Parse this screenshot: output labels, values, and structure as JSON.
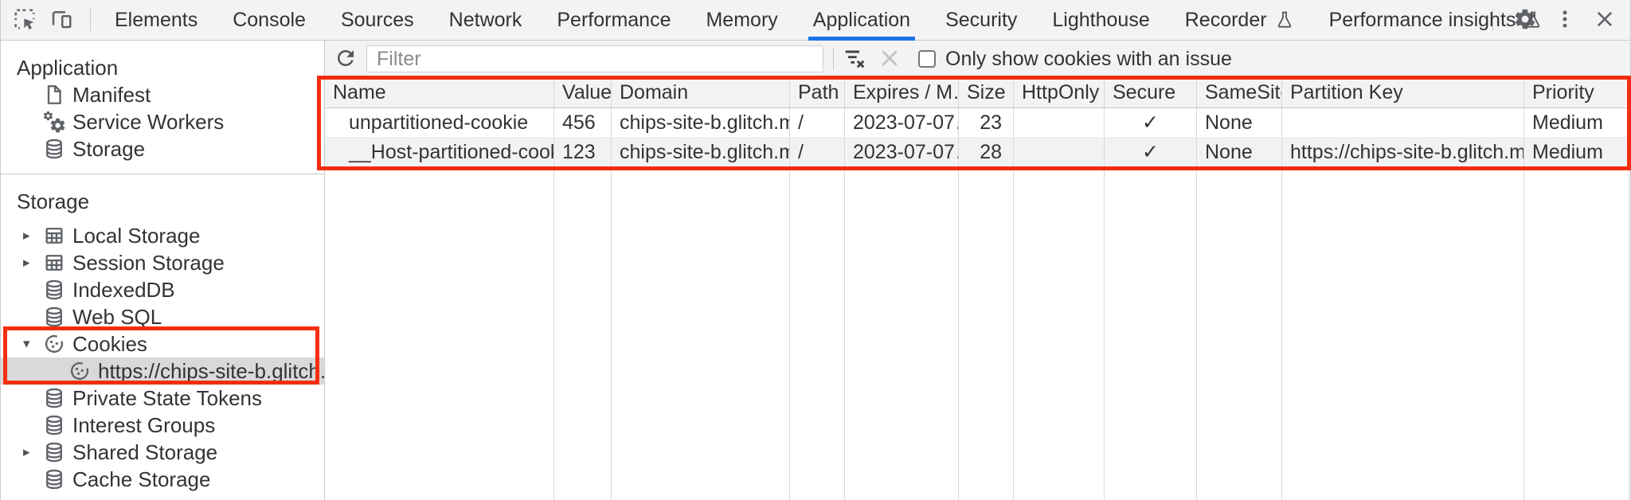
{
  "tabbar": {
    "left_icons": [
      {
        "name": "inspect-icon"
      },
      {
        "name": "device-toolbar-icon"
      }
    ],
    "tabs": [
      {
        "label": "Elements"
      },
      {
        "label": "Console"
      },
      {
        "label": "Sources"
      },
      {
        "label": "Network"
      },
      {
        "label": "Performance"
      },
      {
        "label": "Memory"
      },
      {
        "label": "Application",
        "active": true
      },
      {
        "label": "Security"
      },
      {
        "label": "Lighthouse"
      },
      {
        "label": "Recorder",
        "experiment": true
      },
      {
        "label": "Performance insights",
        "experiment": true
      }
    ],
    "right_icons": [
      {
        "name": "settings-gear-icon"
      },
      {
        "name": "kebab-menu-icon"
      },
      {
        "name": "close-icon"
      }
    ]
  },
  "sidebar": {
    "sections": [
      {
        "title": "Application",
        "items": [
          {
            "label": "Manifest",
            "icon": "document-icon"
          },
          {
            "label": "Service Workers",
            "icon": "service-workers-icon"
          },
          {
            "label": "Storage",
            "icon": "database-icon"
          }
        ]
      },
      {
        "title": "Storage",
        "items": [
          {
            "label": "Local Storage",
            "icon": "table-icon",
            "arrow": "collapsed"
          },
          {
            "label": "Session Storage",
            "icon": "table-icon",
            "arrow": "collapsed"
          },
          {
            "label": "IndexedDB",
            "icon": "database-icon"
          },
          {
            "label": "Web SQL",
            "icon": "database-icon"
          },
          {
            "label": "Cookies",
            "icon": "cookie-icon",
            "arrow": "expanded"
          },
          {
            "label": "https://chips-site-b.glitch.me",
            "icon": "cookie-icon",
            "child": true,
            "selected": true
          },
          {
            "label": "Private State Tokens",
            "icon": "database-icon"
          },
          {
            "label": "Interest Groups",
            "icon": "database-icon"
          },
          {
            "label": "Shared Storage",
            "icon": "database-icon",
            "arrow": "collapsed"
          },
          {
            "label": "Cache Storage",
            "icon": "database-icon"
          }
        ]
      }
    ]
  },
  "toolbar": {
    "refresh_icon": "refresh-icon",
    "filter_placeholder": "Filter",
    "filter_value": "",
    "clear_filter_icon": "clear-filter-icon",
    "clear_icon": "close-icon",
    "issues_checkbox_checked": false,
    "issues_label": "Only show cookies with an issue"
  },
  "cookies_table": {
    "columns": [
      "Name",
      "Value",
      "Domain",
      "Path",
      "Expires / M…",
      "Size",
      "HttpOnly",
      "Secure",
      "SameSite",
      "Partition Key",
      "Priority"
    ],
    "rows": [
      {
        "cells": [
          "unpartitioned-cookie",
          "456",
          "chips-site-b.glitch.me",
          "/",
          "2023-07-07…",
          "23",
          "",
          "✓",
          "None",
          "",
          "Medium"
        ]
      },
      {
        "cells": [
          "__Host-partitioned-cookie",
          "123",
          "chips-site-b.glitch.me",
          "/",
          "2023-07-07…",
          "28",
          "",
          "✓",
          "None",
          "https://chips-site-b.glitch.me",
          "Medium"
        ]
      }
    ]
  },
  "annotations": {
    "highlight_color": "#f42e11",
    "highlighted_regions": [
      "cookies-tree-selection",
      "cookies-table"
    ]
  },
  "colors": {
    "accent_blue": "#1a73e8",
    "annotation_red": "#f42e11",
    "chrome_bg": "#f3f3f3",
    "selection_gray": "#d9d9d9",
    "row_stripe": "#f1f2f4",
    "border_gray": "#c9c9c9",
    "text_dark": "#333333",
    "icon_gray": "#5f6368"
  }
}
